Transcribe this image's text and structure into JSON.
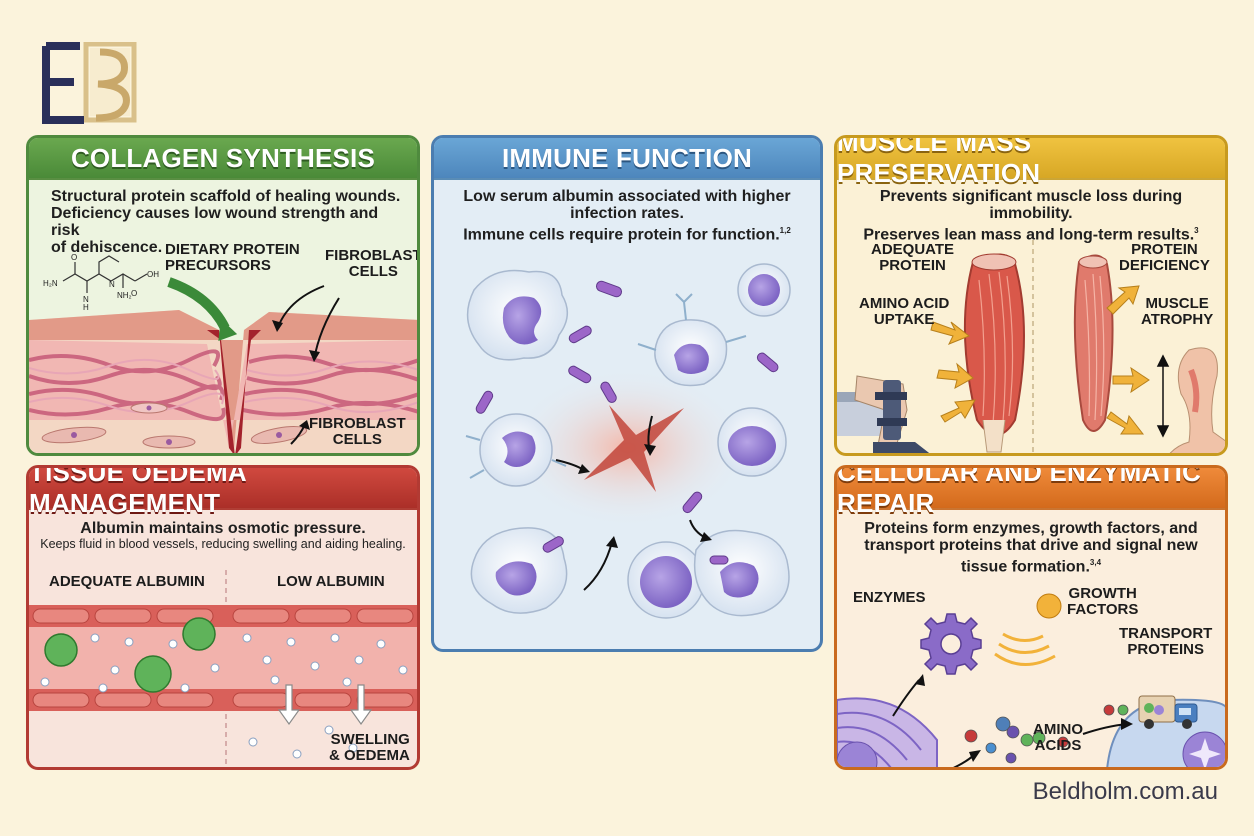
{
  "brand": {
    "logo_icon": "beldholm-logo-icon",
    "website": "Beldholm.com.au",
    "colors": {
      "navy": "#2a2f5a",
      "gold": "#c9a86a"
    }
  },
  "collagen": {
    "title": "Collagen Synthesis",
    "desc_1": "Structural protein scaffold of healing wounds.",
    "desc_2": "Deficiency causes low wound strength and risk",
    "desc_3": "of dehiscence.",
    "label_precursors_1": "Dietary protein",
    "label_precursors_2": "precursors",
    "label_fibroblast_top_1": "Fibroblast",
    "label_fibroblast_top_2": "cells",
    "label_fibroblast_bottom_1": "Fibroblast",
    "label_fibroblast_bottom_2": "cells",
    "molecule": {
      "atom_h2n": "H₂N",
      "atom_n1": "N",
      "atom_h": "H",
      "atom_n2": "N",
      "atom_o1": "O",
      "atom_o2": "O",
      "atom_oh": "OH",
      "atom_nh2": "NH₂"
    }
  },
  "oedema": {
    "title": "Tissue Oedema Management",
    "desc_1": "Albumin maintains osmotic pressure.",
    "desc_2": "Keeps fluid in blood vessels, reducing swelling and aiding healing.",
    "label_adequate": "Adequate albumin",
    "label_low": "Low albumin",
    "label_swelling_1": "Swelling",
    "label_swelling_2": "& oedema"
  },
  "immune": {
    "title": "Immune Function",
    "desc_1": "Low serum albumin associated with higher",
    "desc_2": "infection rates.",
    "desc_3": "Immune cells require protein for function.",
    "ref": "1,2"
  },
  "muscle": {
    "title": "Muscle Mass Preservation",
    "desc_1": "Prevents significant muscle loss during immobility.",
    "desc_2": "Preserves lean mass and long-term results.",
    "ref": "3",
    "label_adequate_1": "Adequate",
    "label_adequate_2": "protein",
    "label_uptake_1": "Amino acid",
    "label_uptake_2": "uptake",
    "label_deficiency_1": "Protein",
    "label_deficiency_2": "deficiency",
    "label_atrophy_1": "Muscle",
    "label_atrophy_2": "atrophy"
  },
  "cellular": {
    "title": "Cellular and Enzymatic Repair",
    "desc_1": "Proteins form enzymes, growth factors, and",
    "desc_2": "transport proteins that drive and signal new",
    "desc_3": "tissue formation.",
    "ref": "3,4",
    "label_enzymes": "Enzymes",
    "label_growth_1": "Growth",
    "label_growth_2": "factors",
    "label_transport_1": "Transport",
    "label_transport_2": "proteins",
    "label_amino_1": "Amino",
    "label_amino_2": "acids"
  }
}
